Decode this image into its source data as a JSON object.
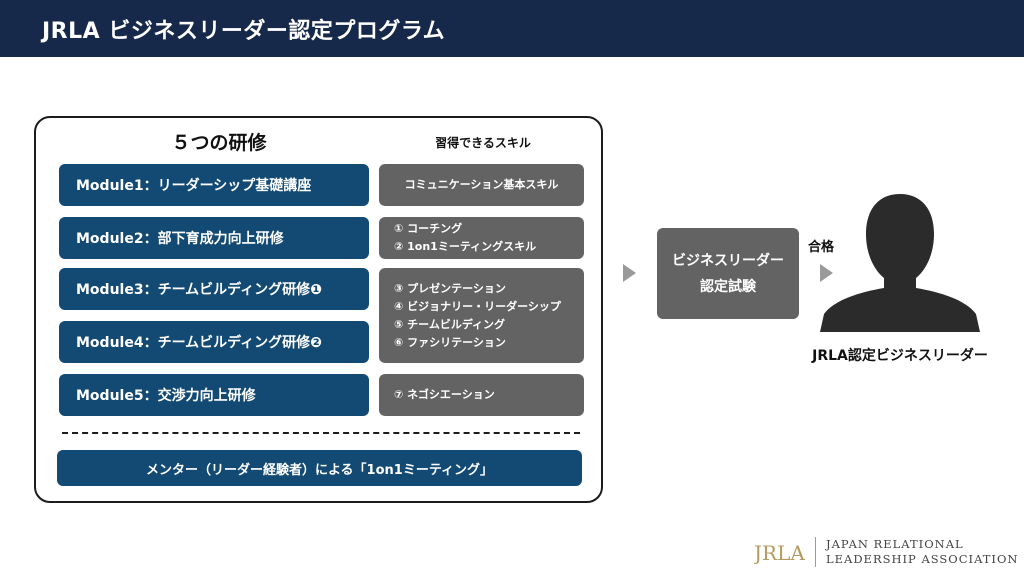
{
  "header": {
    "title": "JRLA ビジネスリーダー認定プログラム"
  },
  "program": {
    "modules_heading": "５つの研修",
    "skills_heading": "習得できるスキル",
    "modules": [
      {
        "label": "Module1：リーダーシップ基礎講座"
      },
      {
        "label": "Module2：部下育成力向上研修"
      },
      {
        "label": "Module3：チームビルディング研修❶"
      },
      {
        "label": "Module4：チームビルディング研修❷"
      },
      {
        "label": "Module5：交渉力向上研修"
      }
    ],
    "skills": [
      {
        "lines": [
          "コミュニケーション基本スキル"
        ]
      },
      {
        "lines": [
          "① コーチング",
          "② 1on1ミーティングスキル"
        ]
      },
      {
        "lines": [
          "③ プレゼンテーション",
          "④ ビジョナリー・リーダーシップ",
          "⑤ チームビルディング",
          "⑥ ファシリテーション"
        ]
      },
      {
        "lines": [
          "⑦ ネゴシエーション"
        ]
      }
    ],
    "mentor_label": "メンター（リーダー経験者）による「1on1ミーティング」"
  },
  "exam": {
    "line1": "ビジネスリーダー",
    "line2": "認定試験"
  },
  "pass_label": "合格",
  "person_icon": "person-silhouette-icon",
  "leader_label": "JRLA認定ビジネスリーダー",
  "footer": {
    "logo_text": "JRLA",
    "org_line1": "JAPAN RELATIONAL",
    "org_line2": "LEADERSHIP ASSOCIATION"
  },
  "colors": {
    "header_bg": "#17294a",
    "module_bg": "#134a74",
    "skill_bg": "#636363",
    "arrow": "#9a9a9a",
    "person": "#2b2b2b",
    "logo_gold": "#b59a5f"
  }
}
